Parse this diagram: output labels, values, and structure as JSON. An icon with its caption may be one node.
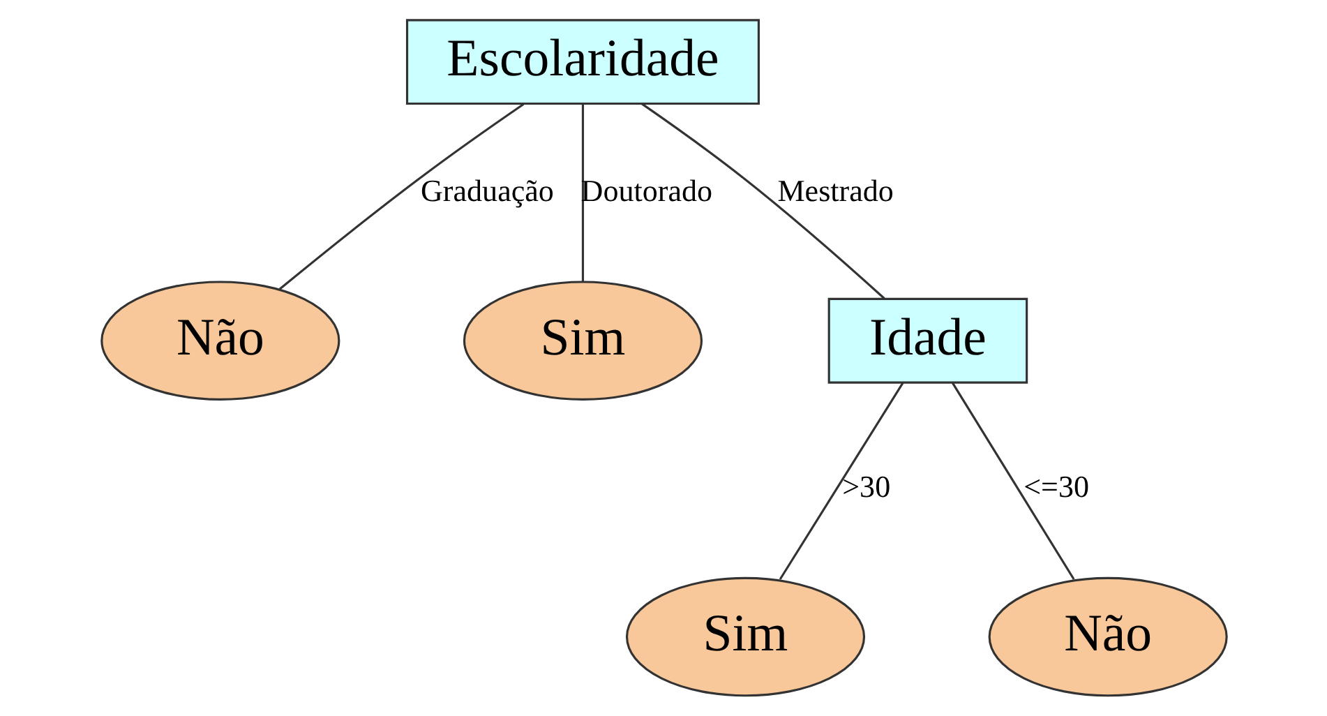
{
  "diagram": {
    "nodes": [
      {
        "text": [
          "Escolaridade"
        ]
      },
      {
        "text": [
          "Não"
        ]
      },
      {
        "text": [
          "Sim"
        ]
      },
      {
        "text": [
          "Idade"
        ]
      },
      {
        "text": [
          "Sim"
        ]
      },
      {
        "text": [
          "Não"
        ]
      }
    ],
    "edges": [
      {
        "from": 0,
        "to": 1,
        "arrow": "none",
        "label": "Graduação"
      },
      {
        "from": 0,
        "to": 2,
        "arrow": "none",
        "label": "Doutorado"
      },
      {
        "from": 0,
        "to": 3,
        "arrow": "none",
        "label": "Mestrado"
      },
      {
        "from": 3,
        "to": 4,
        "arrow": "none",
        "label": ">30"
      },
      {
        "from": 3,
        "to": 5,
        "arrow": "none",
        "label": "<=30"
      }
    ]
  }
}
